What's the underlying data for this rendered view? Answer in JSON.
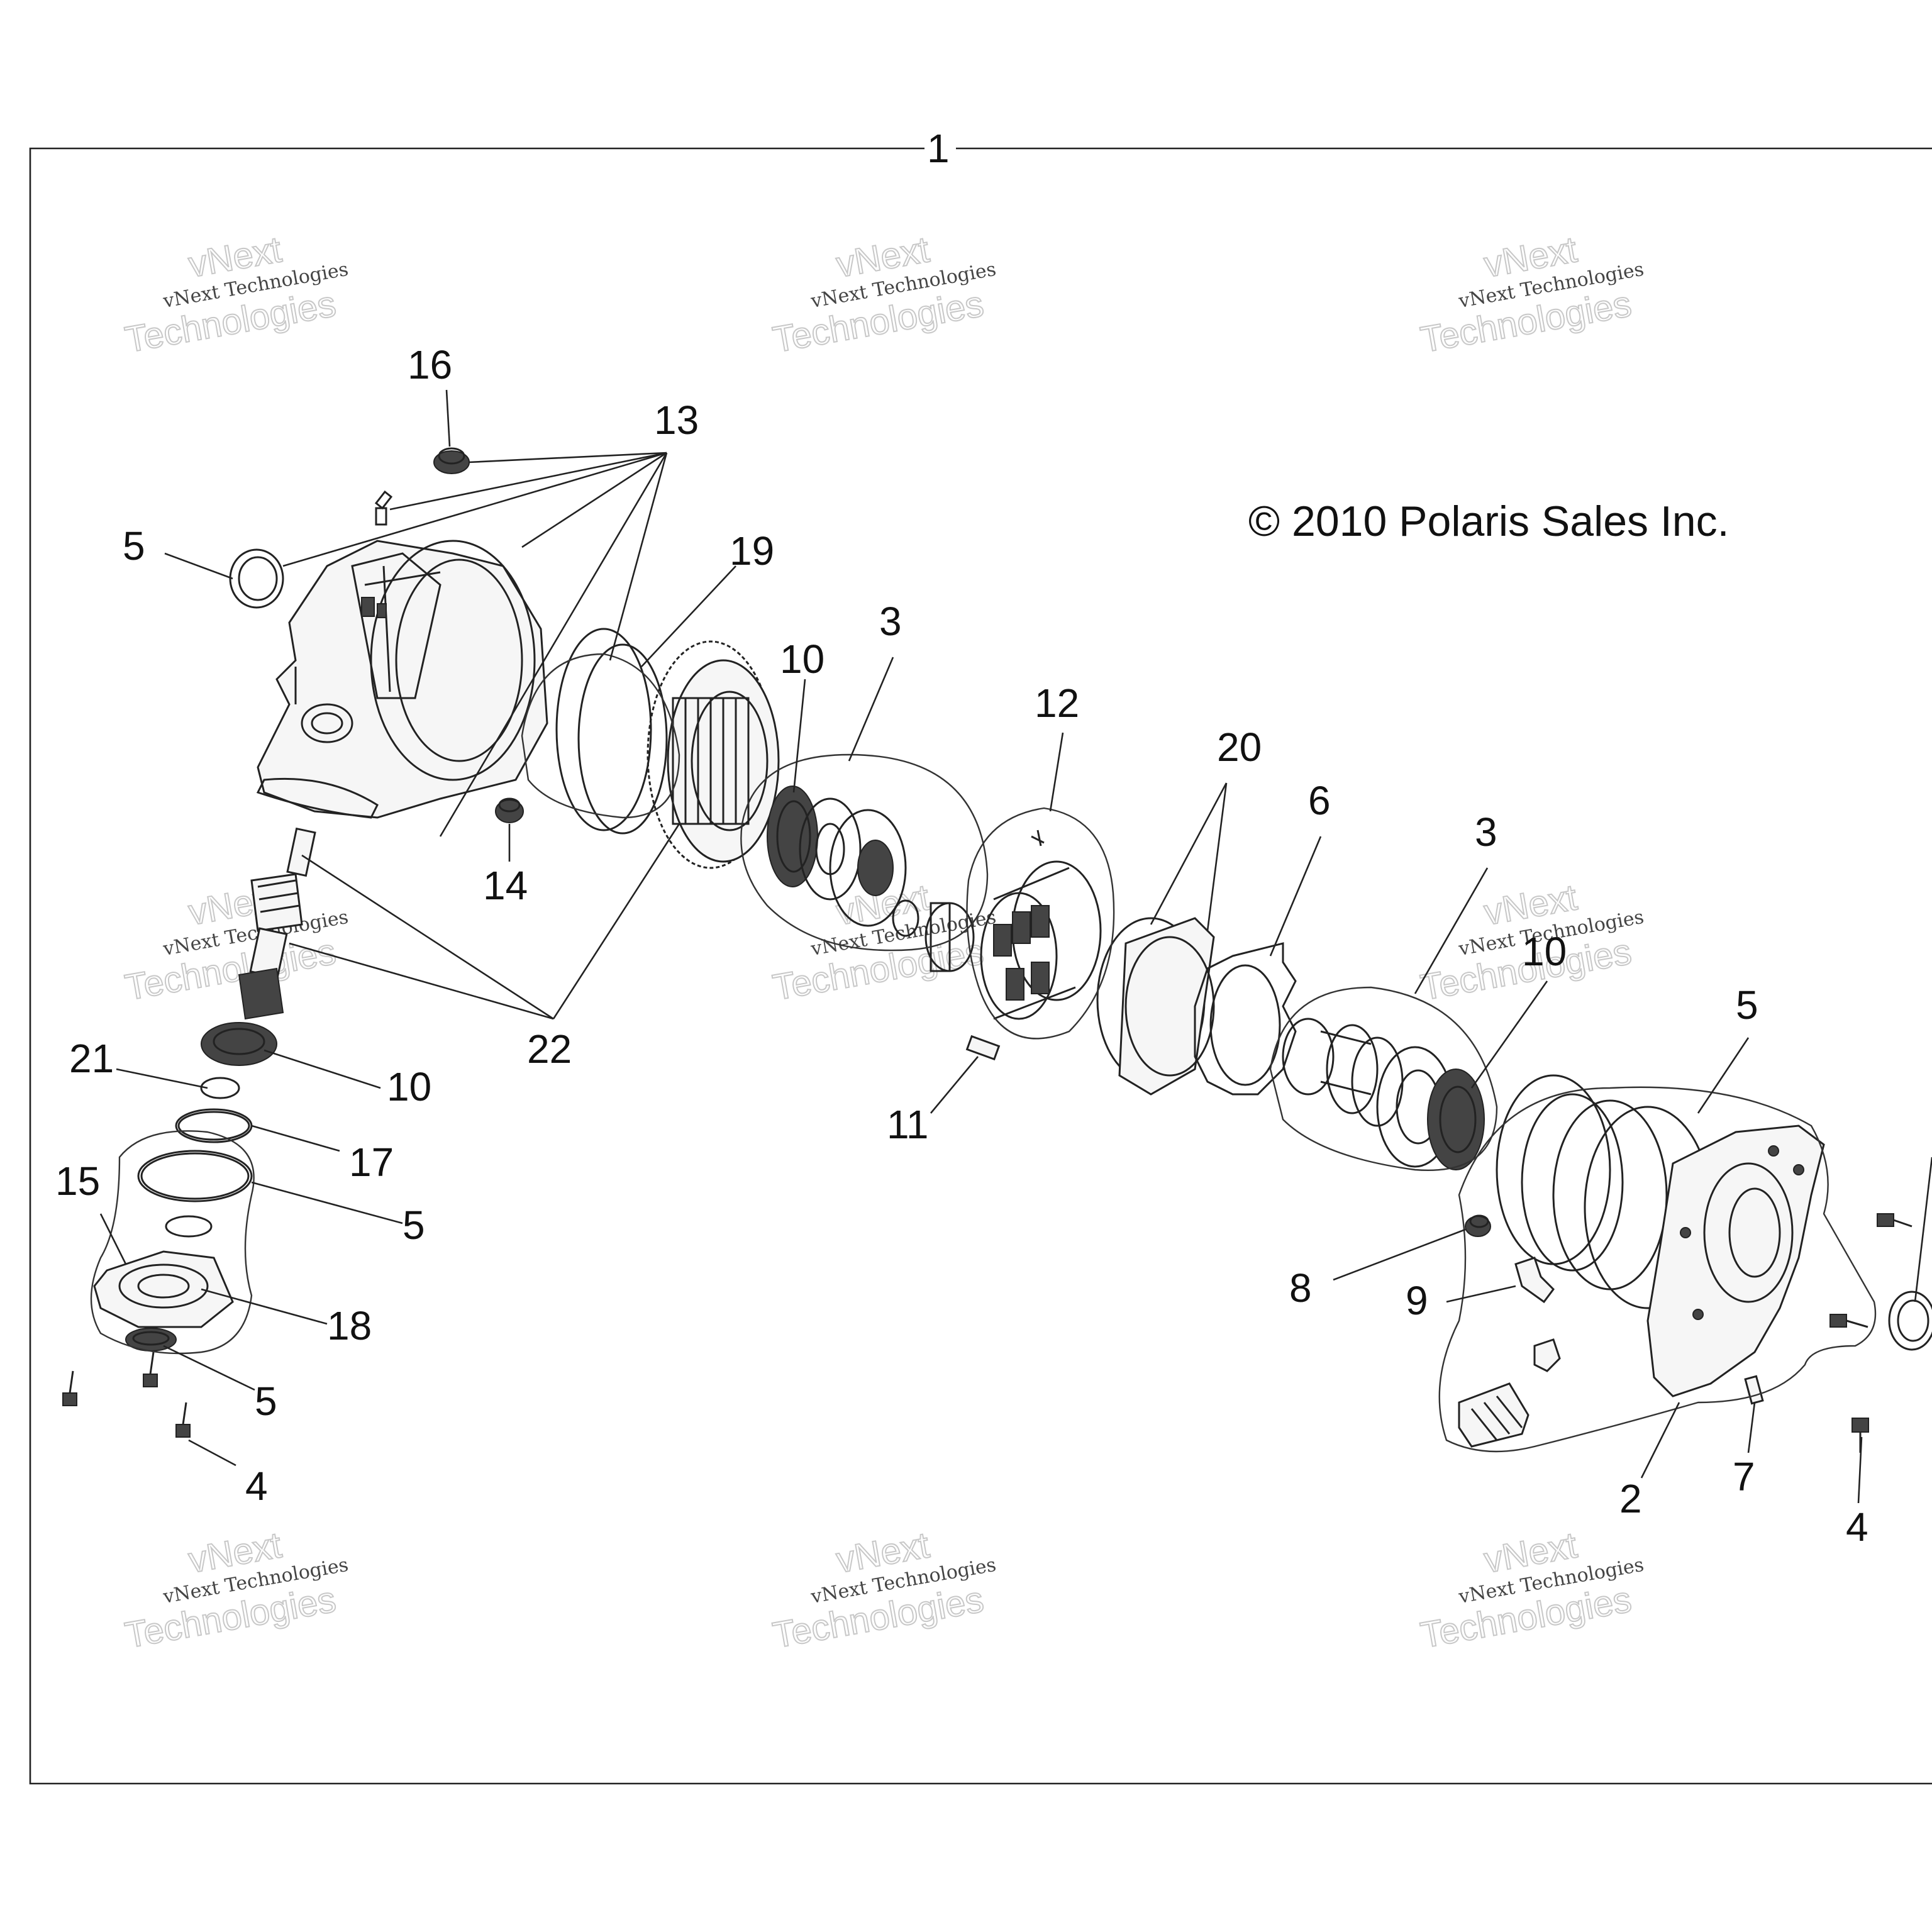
{
  "copyright": "© 2010 Polaris Sales Inc.",
  "assembly_label": "1",
  "watermark": {
    "line1": "vNext Technologies",
    "line2": "vNext",
    "line3": "Technologies"
  },
  "callouts": [
    {
      "id": "c16",
      "text": "16"
    },
    {
      "id": "c13",
      "text": "13"
    },
    {
      "id": "c5a",
      "text": "5"
    },
    {
      "id": "c19",
      "text": "19"
    },
    {
      "id": "c3a",
      "text": "3"
    },
    {
      "id": "c10a",
      "text": "10"
    },
    {
      "id": "c12",
      "text": "12"
    },
    {
      "id": "c20",
      "text": "20"
    },
    {
      "id": "c6",
      "text": "6"
    },
    {
      "id": "c3b",
      "text": "3"
    },
    {
      "id": "c10b",
      "text": "10"
    },
    {
      "id": "c5b",
      "text": "5"
    },
    {
      "id": "c14",
      "text": "14"
    },
    {
      "id": "c22",
      "text": "22"
    },
    {
      "id": "c21",
      "text": "21"
    },
    {
      "id": "c10c",
      "text": "10"
    },
    {
      "id": "c17",
      "text": "17"
    },
    {
      "id": "c15",
      "text": "15"
    },
    {
      "id": "c5c",
      "text": "5"
    },
    {
      "id": "c18",
      "text": "18"
    },
    {
      "id": "c5d",
      "text": "5"
    },
    {
      "id": "c4a",
      "text": "4"
    },
    {
      "id": "c11",
      "text": "11"
    },
    {
      "id": "c8",
      "text": "8"
    },
    {
      "id": "c9",
      "text": "9"
    },
    {
      "id": "c7",
      "text": "7"
    },
    {
      "id": "c2",
      "text": "2"
    },
    {
      "id": "c4b",
      "text": "4"
    }
  ]
}
